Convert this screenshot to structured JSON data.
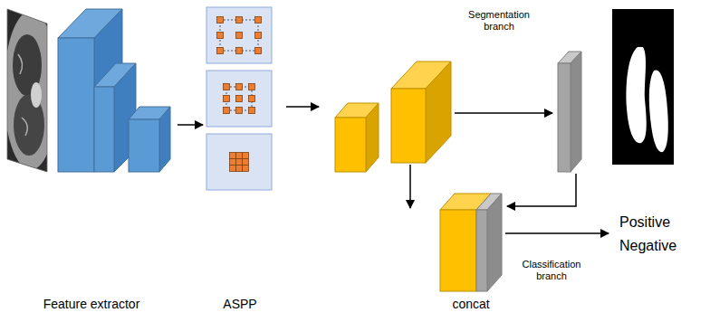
{
  "diagram": {
    "nodes": [
      {
        "text": [
          "Feature extractor"
        ]
      },
      {
        "text": [
          "ASPP"
        ]
      },
      {
        "text": [
          "concat"
        ]
      }
    ],
    "edges": [
      {
        "from": 0,
        "to": 1,
        "arrow": "to"
      }
    ],
    "labels": [
      "Segmentation branch",
      "Classification branch",
      "Positive",
      "Negative"
    ]
  }
}
